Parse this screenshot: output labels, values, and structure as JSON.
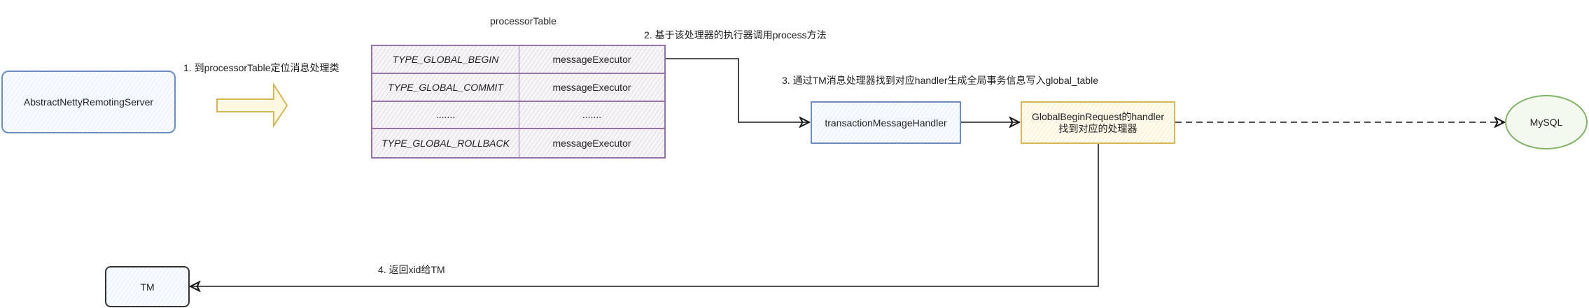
{
  "nodes": {
    "server": "AbstractNettyRemotingServer",
    "table_title": "processorTable",
    "handler": "transactionMessageHandler",
    "global_handler_line1": "GlobalBeginRequest的handler",
    "global_handler_line2": "找到对应的处理器",
    "mysql": "MySQL",
    "tm": "TM"
  },
  "processor_table": {
    "rows": [
      {
        "key": "TYPE_GLOBAL_BEGIN",
        "value": "messageExecutor"
      },
      {
        "key": "TYPE_GLOBAL_COMMIT",
        "value": "messageExecutor"
      },
      {
        "key": ".......",
        "value": "......."
      },
      {
        "key": "TYPE_GLOBAL_ROLLBACK",
        "value": "messageExecutor"
      }
    ]
  },
  "steps": {
    "step1": "1. 到processorTable定位消息处理类",
    "step2": "2. 基于该处理器的执行器调用process方法",
    "step3": "3. 通过TM消息处理器找到对应handler生成全局事务信息写入global_table",
    "step4": "4. 返回xid给TM"
  },
  "colors": {
    "blue_stroke": "#6c8ebf",
    "purple_stroke": "#9673a6",
    "yellow_stroke": "#d6b656",
    "green_stroke": "#82b366",
    "edge": "#1a1a1a"
  }
}
